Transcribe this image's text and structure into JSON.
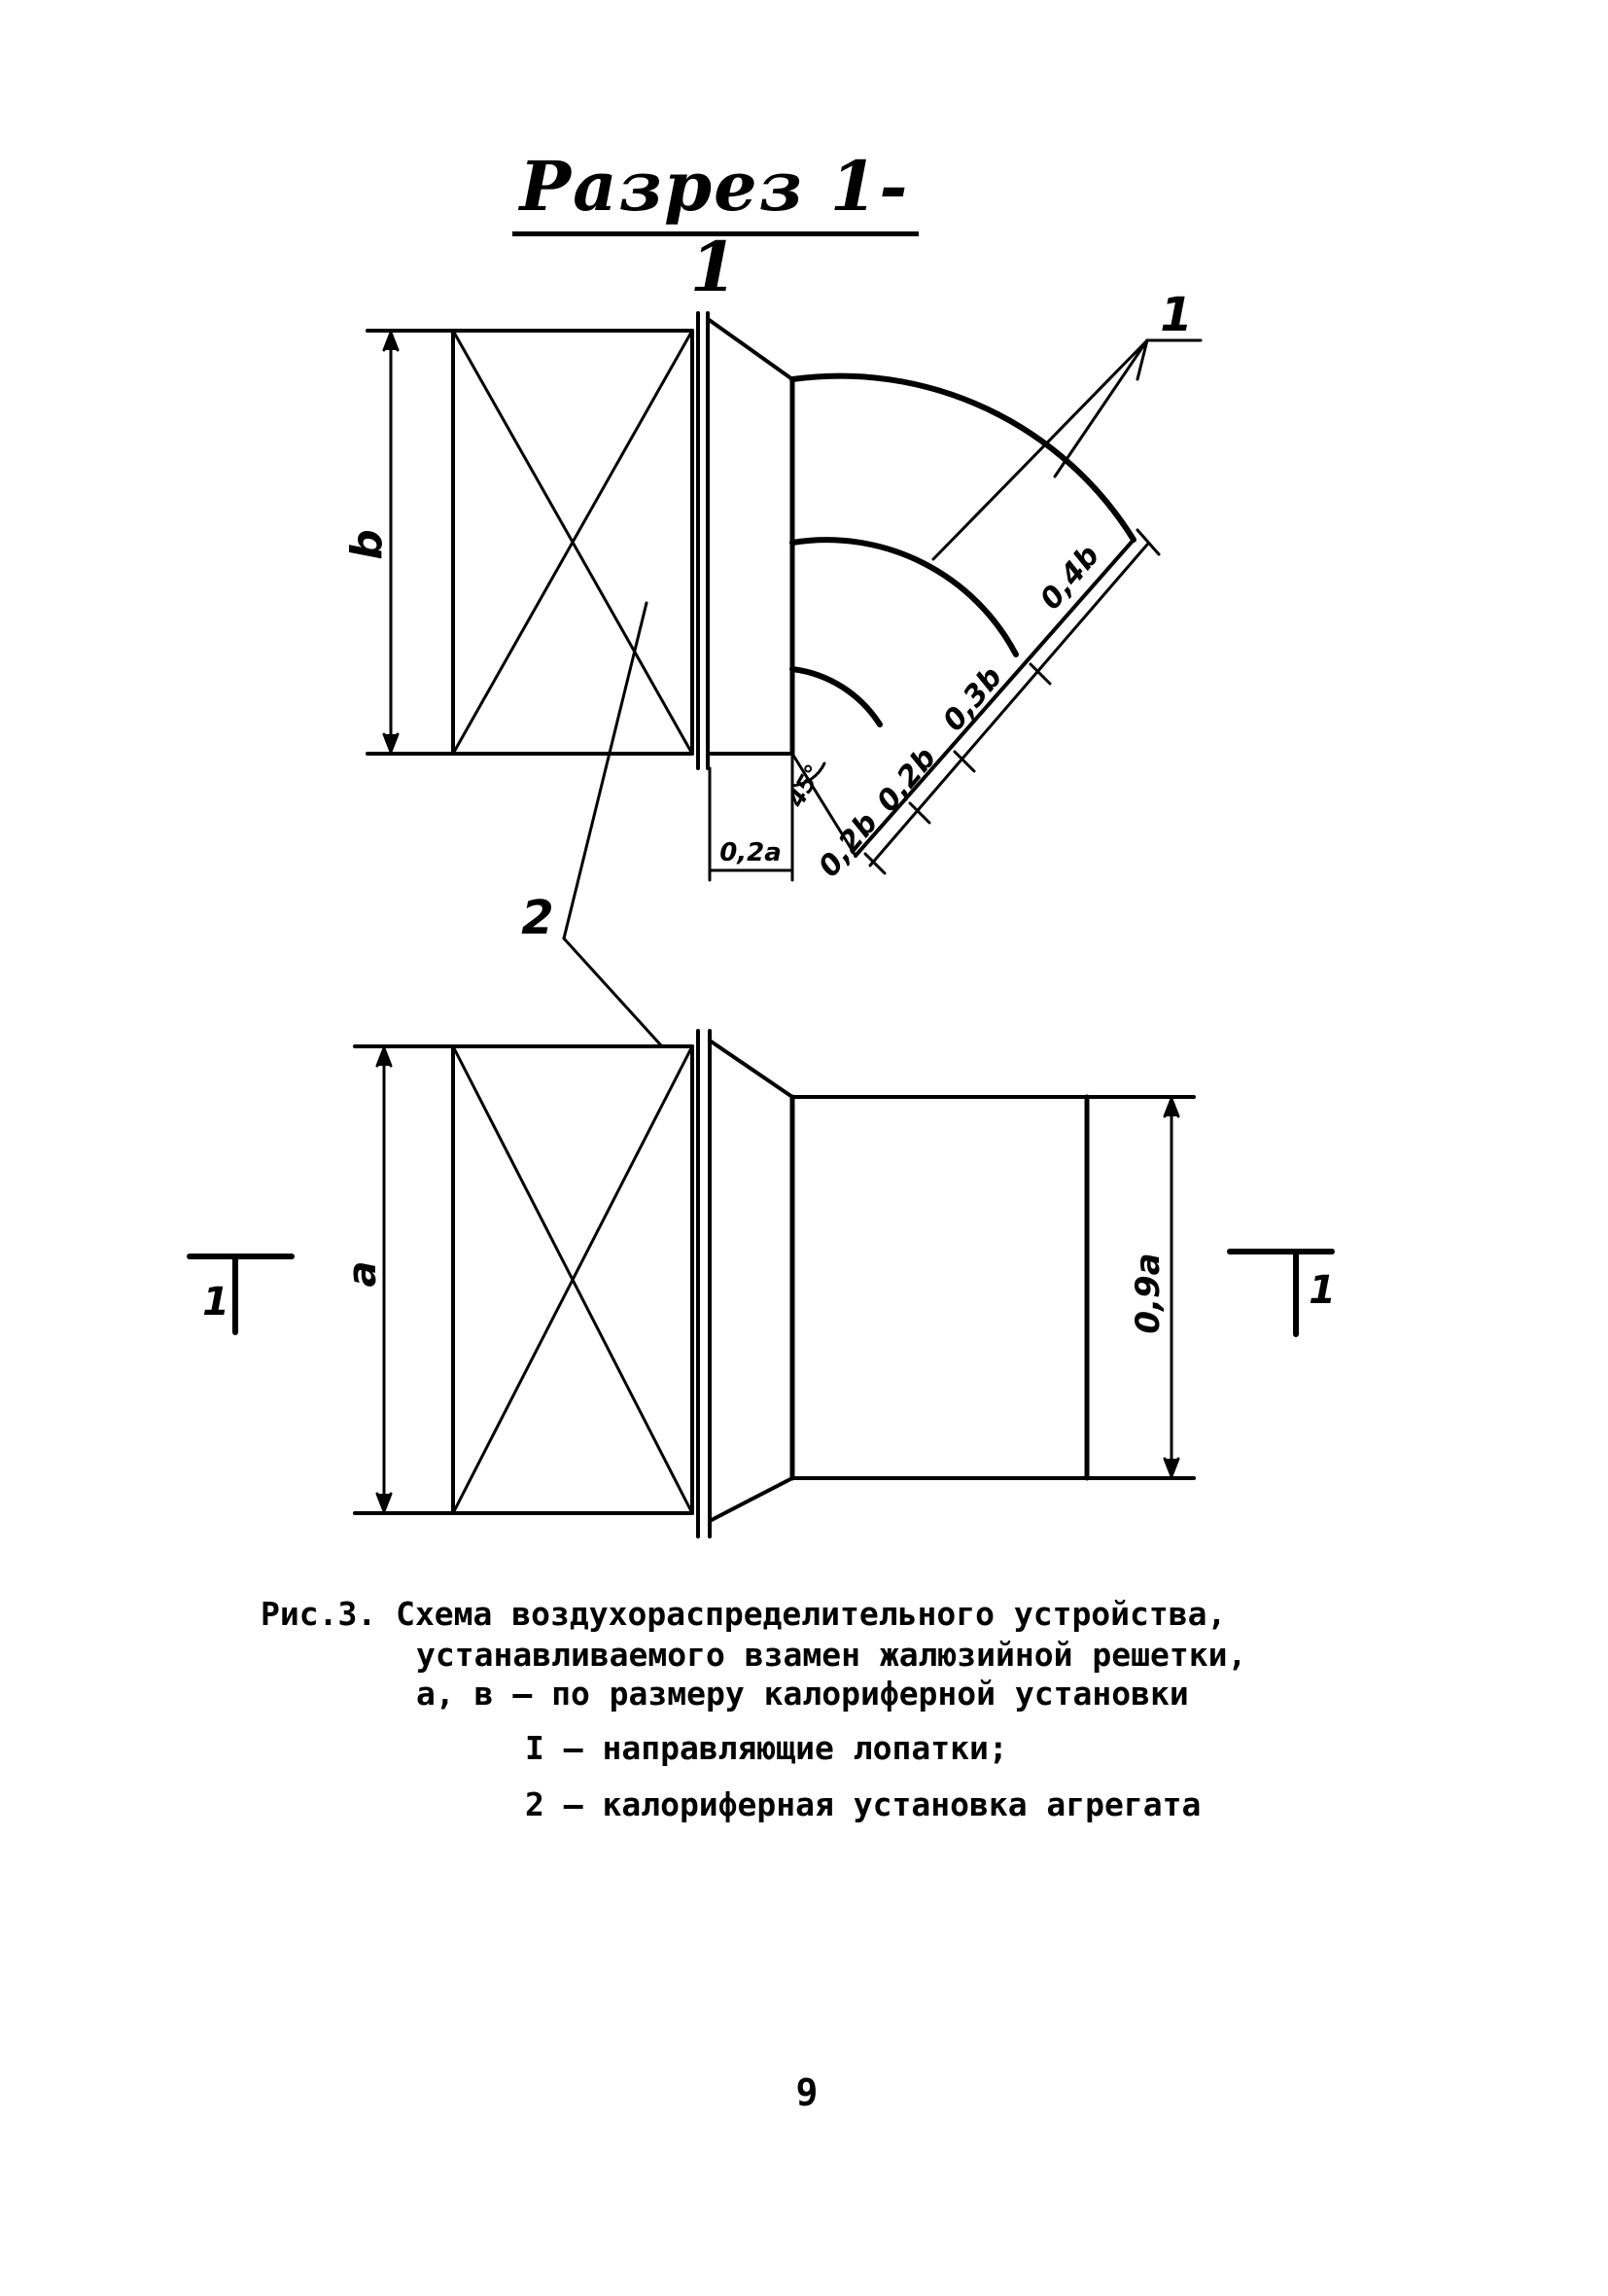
{
  "title": "Разрез 1-1",
  "labels": {
    "dim_b": "b",
    "dim_a": "a",
    "dim_02a": "0,2a",
    "dim_09a": "0,9a",
    "dim_02b_a": "0,2b",
    "dim_02b_b": "0,2b",
    "dim_03b": "0,3b",
    "dim_04b": "0,4b",
    "dim_45": "45°",
    "callout_1": "1",
    "callout_2": "2",
    "section_mark_left": "1",
    "section_mark_right": "1"
  },
  "caption": {
    "line1": "Рис.3. Схема воздухораспределительного устройства,",
    "line2": "устанавливаемого взамен жалюзийной решетки,",
    "line3": "a, в – по размеру калориферной установки",
    "item1": "I – направляющие лопатки;",
    "item2": "2 – калориферная установка агрегата"
  },
  "page_number": "9"
}
